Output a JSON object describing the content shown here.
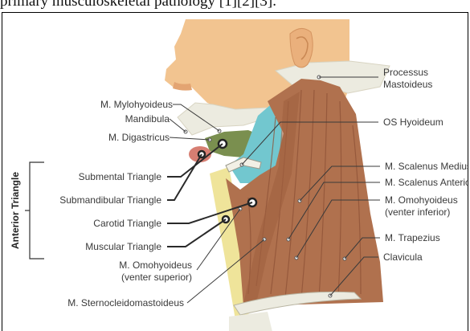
{
  "caption": "primary musculoskeletal pathology [1][2][3].",
  "bracket_label": "Anterior Triangle",
  "labels": {
    "mylohyoideus": "M. Mylohyoideus",
    "mandibula": "Mandibula",
    "digastricus": "M. Digastricus",
    "processus_line1": "Processus",
    "processus_line2": "Mastoideus",
    "os_hyoideum": "OS Hyoideum",
    "scalenus_medius": "M. Scalenus Medius",
    "scalenus_anterior": "M. Scalenus Anterior",
    "omohyoideus_inf_line1": "M. Omohyoideus",
    "omohyoideus_inf_line2": "(venter inferior)",
    "trapezius": "M. Trapezius",
    "clavicula": "Clavicula",
    "omohyoideus_sup_line1": "M. Omohyoideus",
    "omohyoideus_sup_line2": "(venter superior)",
    "sternocleidomastoideus": "M. Sternocleidomastoideus"
  },
  "triangles": {
    "submental": "Submental Triangle",
    "submandibular": "Submandibular Triangle",
    "carotid": "Carotid Triangle",
    "muscular": "Muscular Triangle"
  },
  "colors": {
    "skin": "#f2c490",
    "bone": "#ecebe0",
    "muscle": "#b0714e",
    "muscle_dark": "#8e5136",
    "hyoid_muscle": "#7a8f4f",
    "teal": "#72c7cf",
    "yellow": "#efe49a",
    "gland": "#d77e72"
  }
}
